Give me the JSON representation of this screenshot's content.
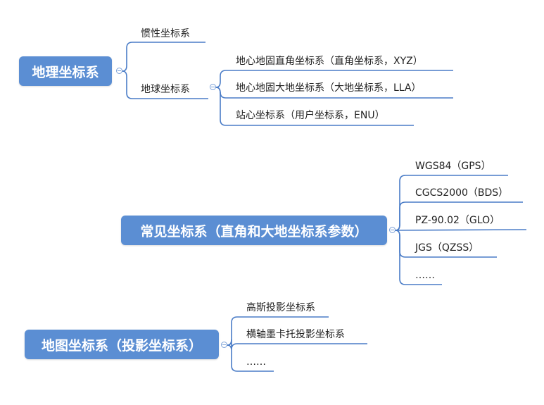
{
  "groups": [
    {
      "root": "地理坐标系",
      "children": [
        {
          "label": "惯性坐标系"
        },
        {
          "label": "地球坐标系",
          "children": [
            {
              "label": "地心地固直角坐标系（直角坐标系，XYZ）"
            },
            {
              "label": "地心地固大地坐标系（大地坐标系，LLA）"
            },
            {
              "label": "站心坐标系（用户坐标系，ENU）"
            }
          ]
        }
      ]
    },
    {
      "root": "常见坐标系（直角和大地坐标系参数）",
      "children": [
        {
          "label": "WGS84（GPS）"
        },
        {
          "label": "CGCS2000（BDS）"
        },
        {
          "label": "PZ-90.02（GLO）"
        },
        {
          "label": "JGS（QZSS）"
        },
        {
          "label": "……"
        }
      ]
    },
    {
      "root": "地图坐标系（投影坐标系）",
      "children": [
        {
          "label": "高斯投影坐标系"
        },
        {
          "label": "横轴墨卡托投影坐标系"
        },
        {
          "label": "……"
        }
      ]
    }
  ],
  "colors": {
    "root_fill": "#5b8ed3",
    "line": "#4a7cc7",
    "text": "#222222"
  }
}
